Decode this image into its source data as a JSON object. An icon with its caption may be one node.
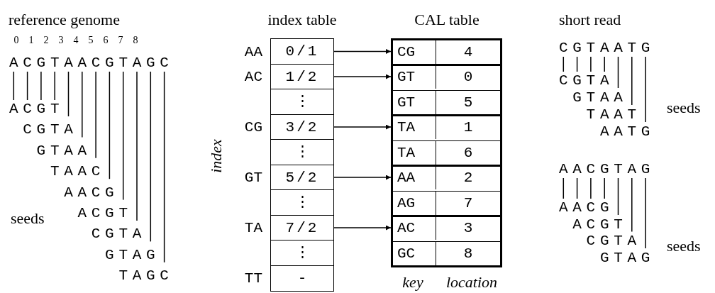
{
  "diagram": {
    "nodes": [
      {
        "text": [
          "index table"
        ]
      },
      {
        "text": [
          "0/1"
        ],
        "in": 0,
        "beside": [
          "AA"
        ]
      },
      {
        "text": [
          "1/2"
        ],
        "in": 0,
        "beside": [
          "AC"
        ]
      },
      {
        "text": [
          "⋮"
        ],
        "in": 0
      },
      {
        "text": [
          "3/2"
        ],
        "in": 0,
        "beside": [
          "CG"
        ]
      },
      {
        "text": [
          "⋮"
        ],
        "in": 0
      },
      {
        "text": [
          "5/2"
        ],
        "in": 0,
        "beside": [
          "GT"
        ]
      },
      {
        "text": [
          "⋮"
        ],
        "in": 0
      },
      {
        "text": [
          "7/2"
        ],
        "in": 0,
        "beside": [
          "TA"
        ]
      },
      {
        "text": [
          "⋮"
        ],
        "in": 0
      },
      {
        "text": [
          "-"
        ],
        "in": 0,
        "beside": [
          "TT"
        ]
      },
      {
        "text": [
          "CAL table"
        ]
      },
      {
        "text": [],
        "shape": "box",
        "in": 11
      },
      {
        "text": [
          "CG",
          "4"
        ],
        "in": 12
      },
      {
        "text": [],
        "shape": "box",
        "in": 11
      },
      {
        "text": [
          "GT",
          "0"
        ],
        "in": 14
      },
      {
        "text": [
          "GT",
          "5"
        ],
        "in": 14
      },
      {
        "text": [],
        "shape": "box",
        "in": 11
      },
      {
        "text": [
          "TA",
          "1"
        ],
        "in": 17
      },
      {
        "text": [
          "TA",
          "6"
        ],
        "in": 17
      },
      {
        "text": [],
        "shape": "box",
        "in": 11
      },
      {
        "text": [
          "AA",
          "2"
        ],
        "in": 20
      },
      {
        "text": [
          "AG",
          "7"
        ],
        "in": 20
      },
      {
        "text": [],
        "shape": "box",
        "in": 11
      },
      {
        "text": [
          "AC",
          "3"
        ],
        "in": 23
      },
      {
        "text": [
          "GC",
          "8"
        ],
        "in": 23
      }
    ],
    "edges": [
      {
        "from": 1,
        "to": 12,
        "arrow": "to"
      },
      {
        "from": 2,
        "to": 14,
        "arrow": "to"
      },
      {
        "from": 4,
        "to": 17,
        "arrow": "to"
      },
      {
        "from": 6,
        "to": 20,
        "arrow": "to"
      },
      {
        "from": 8,
        "to": 23,
        "arrow": "to"
      }
    ],
    "labels": [
      "reference genome",
      "0",
      "1",
      "2",
      "3",
      "4",
      "5",
      "6",
      "7",
      "8",
      "ACGTAACGTAGC",
      "ACGT",
      "CGTA",
      "GTAA",
      "TAAC",
      "AACG",
      "seeds",
      "ACGT",
      "CGTA",
      "GTAG",
      "TAGC",
      "index",
      "key",
      "location",
      "short read",
      "CGTAATG",
      "CGTA",
      "GTAA",
      "seeds",
      "TAAT",
      "AATG",
      "AACGTAG",
      "AACG",
      "ACGT",
      "seeds",
      "CGTA",
      "GTAG"
    ]
  }
}
